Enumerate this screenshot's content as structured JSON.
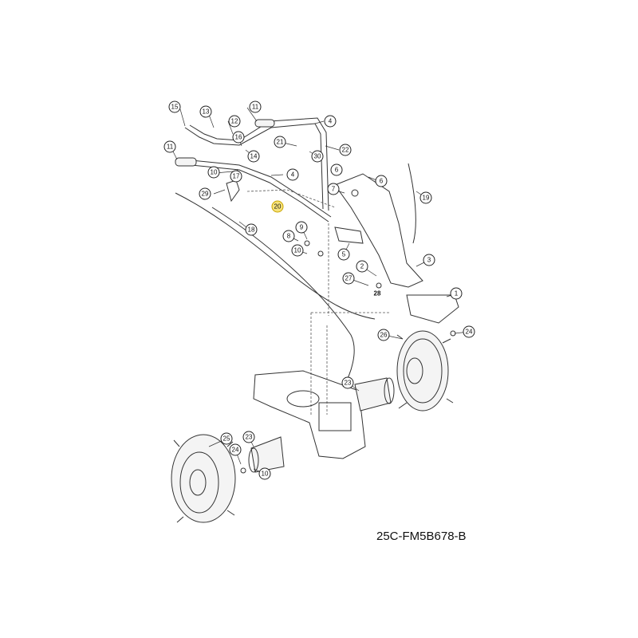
{
  "diagram": {
    "drawing_code": "25C-FM5B678-B",
    "highlighted_callout": "20",
    "callouts": [
      "15",
      "13",
      "11",
      "12",
      "4",
      "16",
      "21",
      "14",
      "30",
      "22",
      "11",
      "10",
      "17",
      "4",
      "6",
      "6",
      "29",
      "7",
      "19",
      "20",
      "18",
      "9",
      "8",
      "10",
      "5",
      "3",
      "2",
      "27",
      "28",
      "1",
      "26",
      "24",
      "23",
      "25",
      "23",
      "24",
      "10"
    ]
  }
}
